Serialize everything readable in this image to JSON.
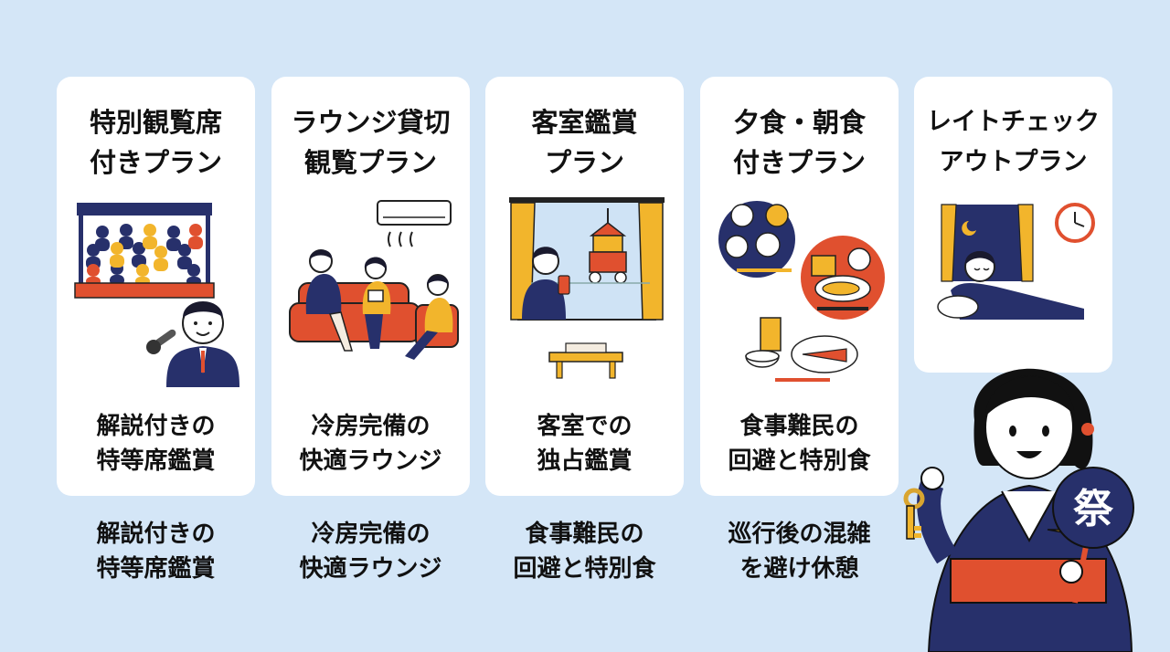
{
  "cards": [
    {
      "title": [
        "特別観覧席",
        "付きプラン"
      ],
      "desc": [
        "解説付きの",
        "特等席鑑賞"
      ]
    },
    {
      "title": [
        "ラウンジ貸切",
        "観覧プラン"
      ],
      "desc": [
        "冷房完備の",
        "快適ラウンジ"
      ]
    },
    {
      "title": [
        "客室鑑賞",
        "プラン"
      ],
      "desc": [
        "客室での",
        "独占鑑賞"
      ]
    },
    {
      "title": [
        "夕食・朝食",
        "付きプラン"
      ],
      "desc": [
        "食事難民の",
        "回避と特別食"
      ]
    },
    {
      "title": [
        "レイトチェック",
        "アウトプラン"
      ]
    }
  ],
  "below": [
    [
      "解説付きの",
      "特等席鑑賞"
    ],
    [
      "冷房完備の",
      "快適ラウンジ"
    ],
    [
      "食事難民の",
      "回避と特別食"
    ],
    [
      "巡行後の混雑",
      "を避け休憩"
    ]
  ],
  "fan_label": "祭",
  "colors": {
    "background": "#d4e6f7",
    "navy": "#27306b",
    "red": "#e0502f",
    "yellow": "#f2b52c"
  }
}
